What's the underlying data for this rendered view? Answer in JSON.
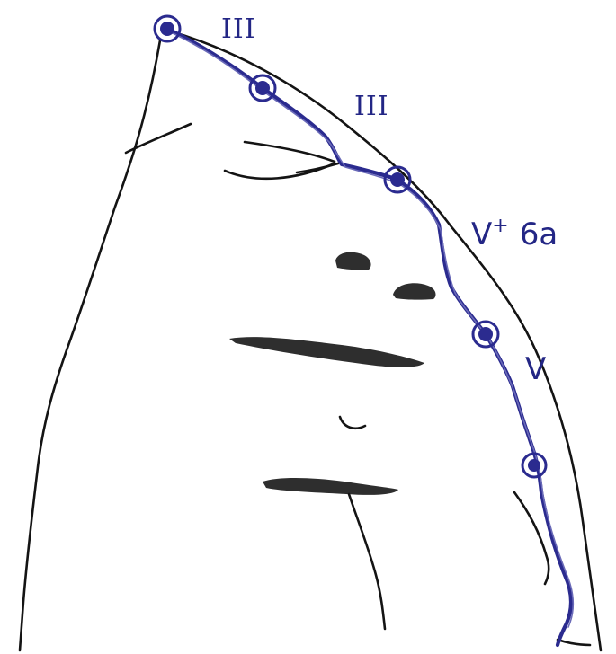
{
  "colors": {
    "route_ink": "#2b2b8f",
    "route_ink_light": "#6a6ab8",
    "rock_ink": "#141414",
    "paper": "#ffffff",
    "ledge_fill": "#2e2e2e"
  },
  "grades": {
    "pitch1": "III",
    "pitch2": "III",
    "pitch3_main": "V",
    "pitch3_sup": "+",
    "pitch3_alt": "6a",
    "pitch4": "V"
  },
  "belays": [
    {
      "id": "belay-1"
    },
    {
      "id": "belay-2"
    },
    {
      "id": "belay-3"
    },
    {
      "id": "belay-4"
    },
    {
      "id": "belay-5"
    }
  ]
}
